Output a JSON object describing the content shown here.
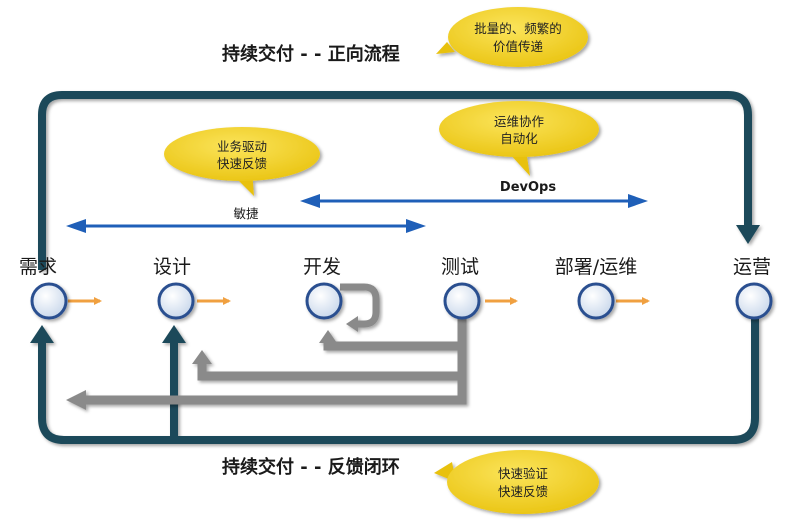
{
  "top_title": "持续交付 - - 正向流程",
  "bottom_title": "持续交付 - - 反馈闭环",
  "stages": [
    "需求",
    "设计",
    "开发",
    "测试",
    "部署/运维",
    "运营"
  ],
  "agile_label": "敏捷",
  "devops_label": "DevOps",
  "bubbles": {
    "batch_lines": [
      "批量的、频繁的",
      "价值传递"
    ],
    "business_lines": [
      "业务驱动",
      "快速反馈"
    ],
    "ops_lines": [
      "运维协作",
      "自动化"
    ],
    "verify_lines": [
      "快速验证",
      "快速反馈"
    ]
  },
  "colors": {
    "loop_dark": "#1e4a5a",
    "arrow_blue": "#1f5fb8",
    "feedback_gray": "#8a8a8a",
    "orange": "#f0a040",
    "bubble_yellow": "#f2cf1a",
    "node_fill": "#dde6f2",
    "node_stroke": "#2a5090"
  }
}
